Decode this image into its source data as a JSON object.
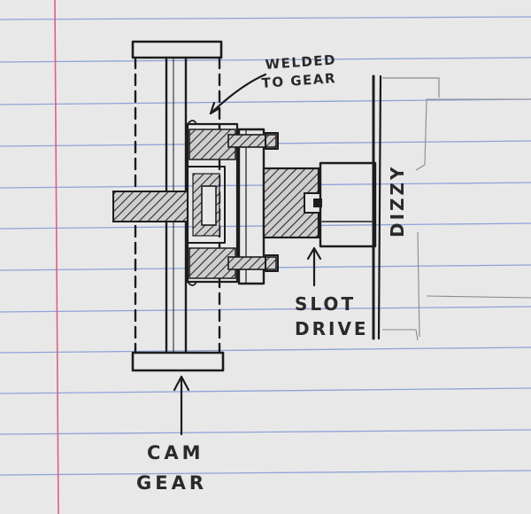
{
  "paper": {
    "background_color": "#e9e8e9",
    "rule_line_color": "#8fa3d6",
    "margin_line_color": "#e0607a",
    "ink_color": "#1c1c1c"
  },
  "labels": {
    "welded_line1": "WELDED",
    "welded_line2": "TO GEAR",
    "dizzy": "DIZZY",
    "slot_line1": "SLOT",
    "slot_line2": "DRIVE",
    "cam_line1": "CAM",
    "cam_line2": "GEAR"
  }
}
